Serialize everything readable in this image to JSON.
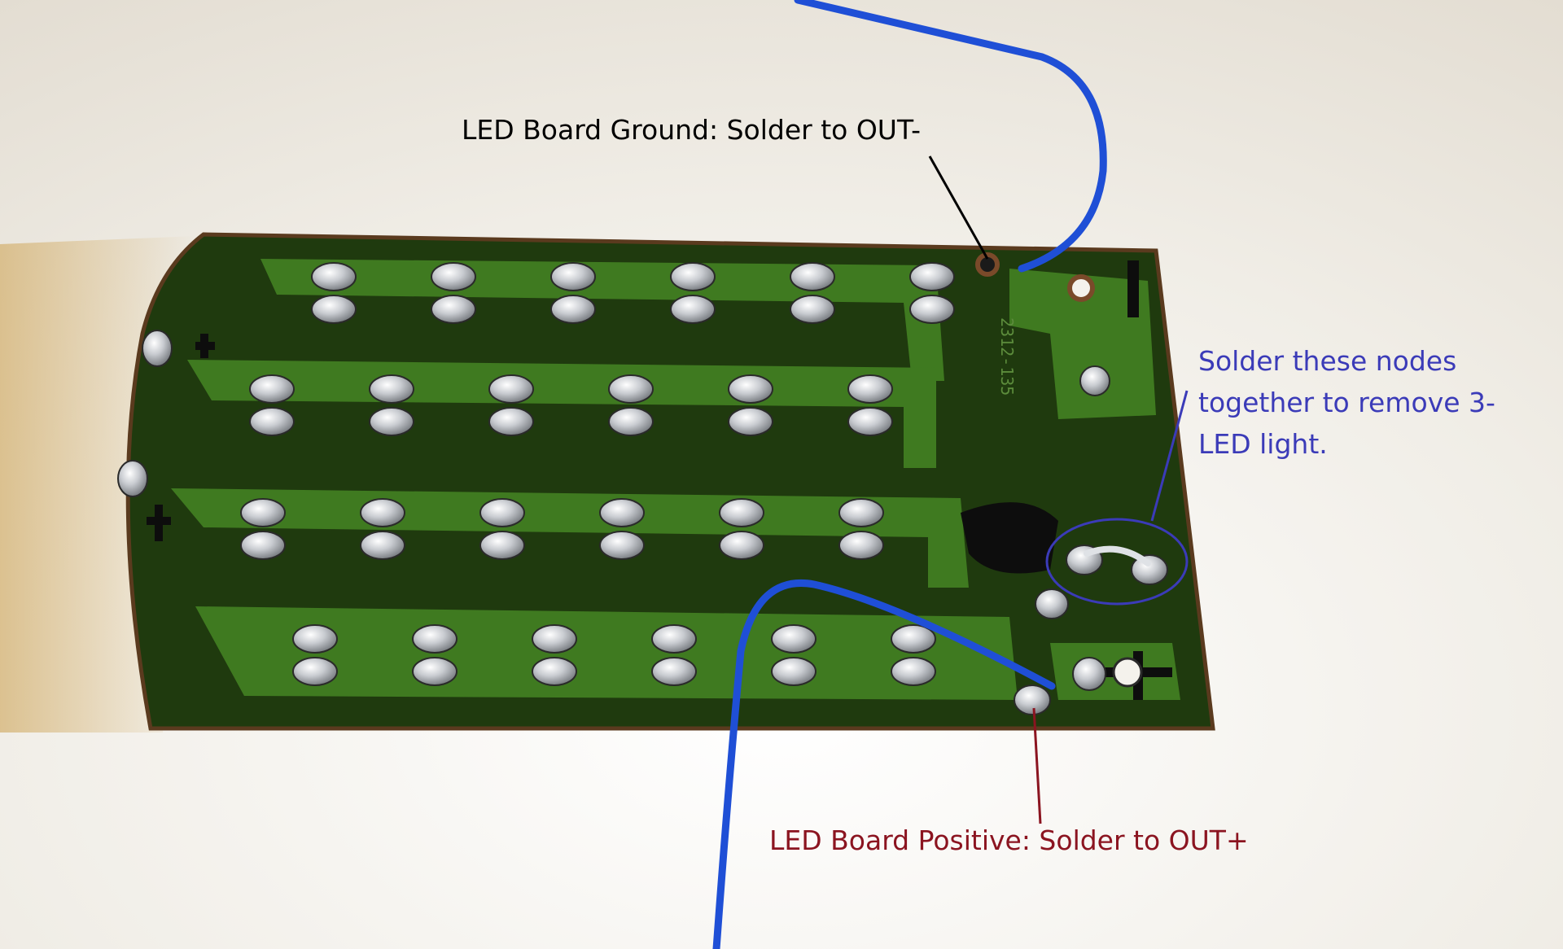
{
  "annotations": {
    "ground": {
      "text": "LED Board Ground: Solder to OUT-",
      "color": "#000000"
    },
    "bridge": {
      "lines": [
        "Solder these nodes",
        "together to remove 3-",
        "LED light."
      ],
      "color": "#3b3bb8"
    },
    "positive": {
      "text": "LED Board Positive: Solder to OUT+",
      "color": "#8b1420"
    }
  },
  "scene": {
    "background_color": "#f0ede6",
    "board_color": "#1f3a0e",
    "trace_color": "#3f7a20",
    "solder_color": "#c9ccd1",
    "wire_color": "#1f4fd6",
    "marker_color": "#0d0d0d",
    "pcb_marking": "2312-135",
    "led_rows": 4,
    "leds_per_row": 6
  }
}
